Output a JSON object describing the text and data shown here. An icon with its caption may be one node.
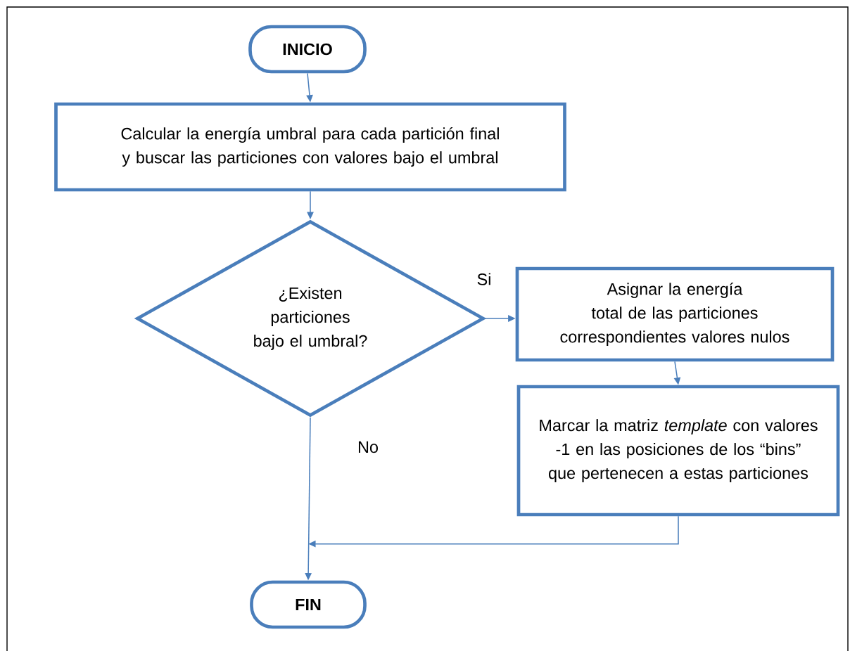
{
  "diagram": {
    "nodes": [
      {
        "text": [
          "INICIO"
        ]
      },
      {
        "text": [
          "Calcular la energía umbral para cada partición final y buscar las particiones con valores bajo el umbral"
        ]
      },
      {
        "text": [
          "¿Existen particiones bajo el umbral?"
        ]
      },
      {
        "text": [
          "Asignar la energía total de las particiones correspondientes valores nulos"
        ]
      },
      {
        "text": [
          "Marcar la matriz *template* con valores -1 en las posiciones de los “bins” que pertenecen a estas particiones"
        ]
      },
      {
        "text": [
          "FIN"
        ]
      }
    ],
    "edges": [
      {
        "from": 0,
        "to": 1,
        "arrow": "to"
      },
      {
        "from": 1,
        "to": 2,
        "arrow": "to"
      },
      {
        "from": 2,
        "to": 3,
        "arrow": "to",
        "label": "Si"
      },
      {
        "from": 3,
        "to": 4,
        "arrow": "to"
      },
      {
        "from": 2,
        "to": 5,
        "arrow": "to",
        "label": "No"
      },
      {
        "from": 4,
        "to": 5,
        "arrow": "to"
      }
    ]
  }
}
